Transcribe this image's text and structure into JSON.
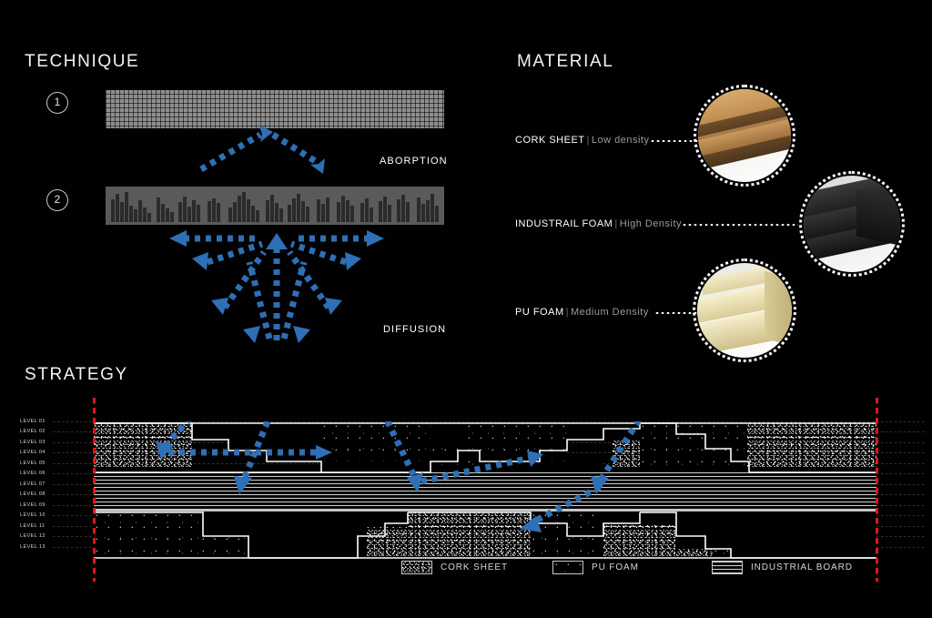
{
  "sections": {
    "technique": {
      "title": "TECHNIQUE"
    },
    "material": {
      "title": "MATERIAL"
    },
    "strategy": {
      "title": "STRATEGY"
    }
  },
  "technique": {
    "items": [
      {
        "number": "1",
        "panel": "perforated-absorber-panel",
        "label": "ABORPTION"
      },
      {
        "number": "2",
        "panel": "slatted-diffuser-panel",
        "label": "DIFFUSION"
      }
    ]
  },
  "material": {
    "items": [
      {
        "name": "CORK SHEET",
        "separator": "|",
        "density": "Low density",
        "image": "cork-sheet-photo"
      },
      {
        "name": "INDUSTRAIL FOAM",
        "separator": "|",
        "density": "High Density",
        "image": "industrial-foam-photo"
      },
      {
        "name": "PU FOAM",
        "separator": "|",
        "density": "Medium Density",
        "image": "pu-foam-photo"
      }
    ]
  },
  "strategy": {
    "levels": [
      "LEVEL 01",
      "LEVEL 02",
      "LEVEL 03",
      "LEVEL 04",
      "LEVEL 05",
      "LEVEL 06",
      "LEVEL 07",
      "LEVEL 08",
      "LEVEL 09",
      "LEVEL 10",
      "LEVEL 11",
      "LEVEL 12",
      "LEVEL 13"
    ],
    "legend": [
      {
        "label": "CORK SHEET",
        "pattern": "dense-speckle"
      },
      {
        "label": "PU FOAM",
        "pattern": "sparse-dots"
      },
      {
        "label": "INDUSTRIAL BOARD",
        "pattern": "horizontal-lines"
      }
    ]
  },
  "colors": {
    "background": "#010101",
    "arrow_blue": "#2f6fb5",
    "boundary_red": "#e01717",
    "outline_white": "#ffffff",
    "panel_grey": "#8e8e8e",
    "cork_tan": "#c89a5e",
    "foam_black": "#2a2a2a",
    "pu_cream": "#ece4bd"
  }
}
